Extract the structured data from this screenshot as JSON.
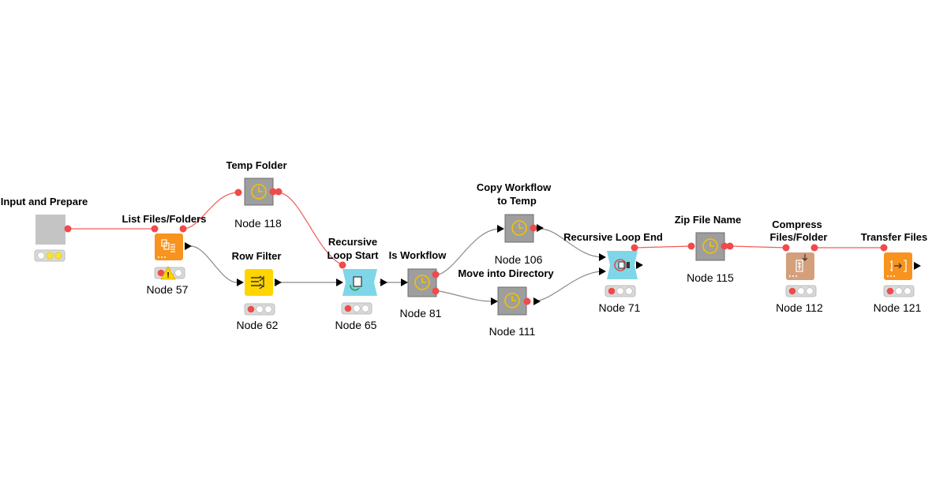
{
  "colors": {
    "connection_active": "#f45a5a",
    "connection_idle": "#8a8a8a",
    "manipulator_orange": "#f7931e",
    "filter_yellow": "#ffd500",
    "loop_cyan": "#7fd6e8",
    "metanode_gray": "#9e9e9e",
    "io_tan": "#d4a07c",
    "warning_yellow": "#ffd500"
  },
  "nodes": {
    "input_prepare": {
      "title": "Input and Prepare",
      "label": "",
      "type": "component",
      "status": "yellow-yellow"
    },
    "list_files": {
      "title": "List Files/Folders",
      "label": "Node 57",
      "type": "source",
      "status": "red",
      "warning": true,
      "icon": "list-files-icon"
    },
    "temp_folder": {
      "title": "Temp Folder",
      "label": "Node 118",
      "type": "metanode"
    },
    "row_filter": {
      "title": "Row Filter",
      "label": "Node 62",
      "type": "manipulator",
      "status": "red",
      "icon": "row-filter-icon"
    },
    "loop_start": {
      "title_line1": "Recursive",
      "title_line2": "Loop Start",
      "label": "Node 65",
      "type": "loop-start",
      "status": "red",
      "icon": "loop-start-icon"
    },
    "is_workflow": {
      "title": "Is Workflow",
      "label": "Node 81",
      "type": "metanode"
    },
    "copy_workflow": {
      "title_line1": "Copy Workflow",
      "title_line2": "to Temp",
      "label": "Node 106",
      "type": "metanode"
    },
    "move_dir": {
      "title": "Move into Directory",
      "label": "Node 111",
      "type": "metanode"
    },
    "loop_end": {
      "title": "Recursive Loop End",
      "label": "Node 71",
      "type": "loop-end",
      "status": "red",
      "icon": "loop-end-icon"
    },
    "zip_name": {
      "title": "Zip File Name",
      "label": "Node 115",
      "type": "metanode"
    },
    "compress": {
      "title_line1": "Compress",
      "title_line2": "Files/Folder",
      "label": "Node 112",
      "type": "io",
      "status": "red",
      "icon": "compress-icon"
    },
    "transfer": {
      "title": "Transfer Files",
      "label": "Node 121",
      "type": "source",
      "status": "red",
      "icon": "transfer-files-icon"
    }
  }
}
